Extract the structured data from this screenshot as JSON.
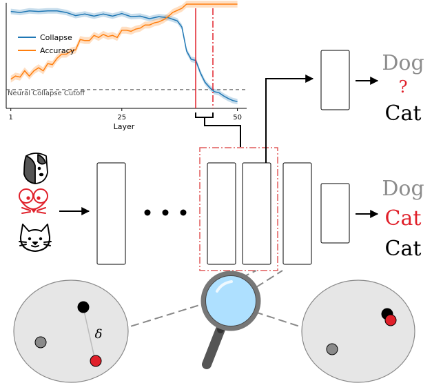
{
  "chart_data": {
    "type": "line",
    "title": "",
    "xlabel": "Layer",
    "ylabel": "",
    "xlim": [
      0,
      52
    ],
    "ylim": [
      0,
      1
    ],
    "xticks": [
      "1",
      "25",
      "50"
    ],
    "grid": false,
    "legend_position": "top-left",
    "annotations": {
      "cutoff_label": "Neural Collapse Cutoff",
      "cutoff_value": 0.18
    },
    "series": [
      {
        "name": "Collapse",
        "color": "#1f77b4",
        "x": [
          1,
          3,
          5,
          7,
          9,
          11,
          13,
          15,
          17,
          19,
          21,
          23,
          25,
          27,
          29,
          31,
          33,
          35,
          37,
          38,
          39,
          40,
          41,
          42,
          43,
          44,
          45,
          46,
          47,
          48,
          49,
          50
        ],
        "y": [
          0.93,
          0.92,
          0.935,
          0.93,
          0.935,
          0.935,
          0.92,
          0.89,
          0.905,
          0.885,
          0.905,
          0.885,
          0.91,
          0.88,
          0.885,
          0.86,
          0.88,
          0.87,
          0.84,
          0.78,
          0.55,
          0.47,
          0.46,
          0.34,
          0.25,
          0.2,
          0.16,
          0.15,
          0.12,
          0.095,
          0.075,
          0.065
        ]
      },
      {
        "name": "Accuracy",
        "color": "#ff7f0e",
        "x": [
          1,
          2,
          3,
          4,
          5,
          6,
          7,
          8,
          9,
          10,
          11,
          12,
          13,
          14,
          15,
          16,
          17,
          18,
          19,
          20,
          21,
          22,
          23,
          24,
          25,
          26,
          27,
          28,
          29,
          30,
          31,
          32,
          33,
          34,
          35,
          36,
          37,
          38,
          39,
          50
        ],
        "y": [
          0.28,
          0.31,
          0.3,
          0.36,
          0.31,
          0.36,
          0.39,
          0.36,
          0.43,
          0.42,
          0.48,
          0.52,
          0.52,
          0.55,
          0.56,
          0.66,
          0.65,
          0.65,
          0.7,
          0.68,
          0.71,
          0.69,
          0.7,
          0.68,
          0.75,
          0.75,
          0.74,
          0.76,
          0.77,
          0.8,
          0.8,
          0.82,
          0.83,
          0.85,
          0.88,
          0.92,
          0.94,
          0.96,
          1.0,
          1.0
        ]
      }
    ]
  },
  "labels": {
    "top_dog": "Dog",
    "top_unknown": "?",
    "top_cat": "Cat",
    "bot_dog": "Dog",
    "bot_cat_red": "Cat",
    "bot_cat": "Cat",
    "delta": "δ"
  },
  "icons": [
    "dog-face-icon",
    "mouse-face-icon",
    "cat-face-icon",
    "magnifier-icon"
  ],
  "colors": {
    "collapse": "#1f77b4",
    "accuracy": "#ff7f0e",
    "highlight_red": "#e0202a",
    "box_red": "#e05a5a",
    "gray_label": "#8c8c8c",
    "feature_ellipse": "#e6e6e6",
    "lens": "#aee0ff"
  }
}
